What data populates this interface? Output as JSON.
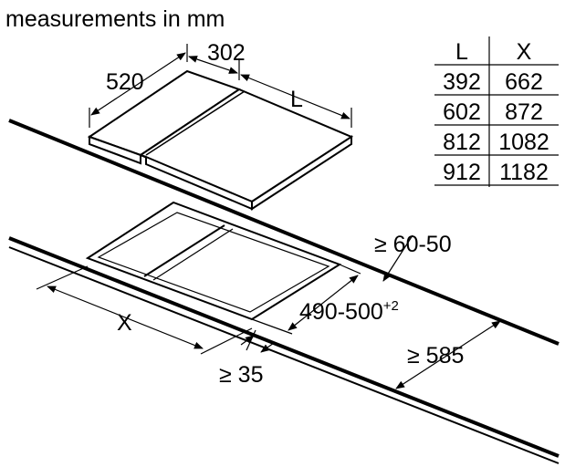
{
  "title": "measurements in mm",
  "labels": {
    "hob_depth": "520",
    "hob_width_small": "302",
    "hob_length": "L",
    "cutout_x": "X",
    "cutout_depth": "490-500",
    "cutout_depth_tolerance": "+2",
    "counter_thickness": "≥ 60-50",
    "min_front_edge": "≥ 35",
    "min_counter_depth": "≥ 585"
  },
  "table": {
    "headers": [
      "L",
      "X"
    ],
    "rows": [
      [
        "392",
        "662"
      ],
      [
        "602",
        "872"
      ],
      [
        "812",
        "1082"
      ],
      [
        "912",
        "1182"
      ]
    ]
  }
}
